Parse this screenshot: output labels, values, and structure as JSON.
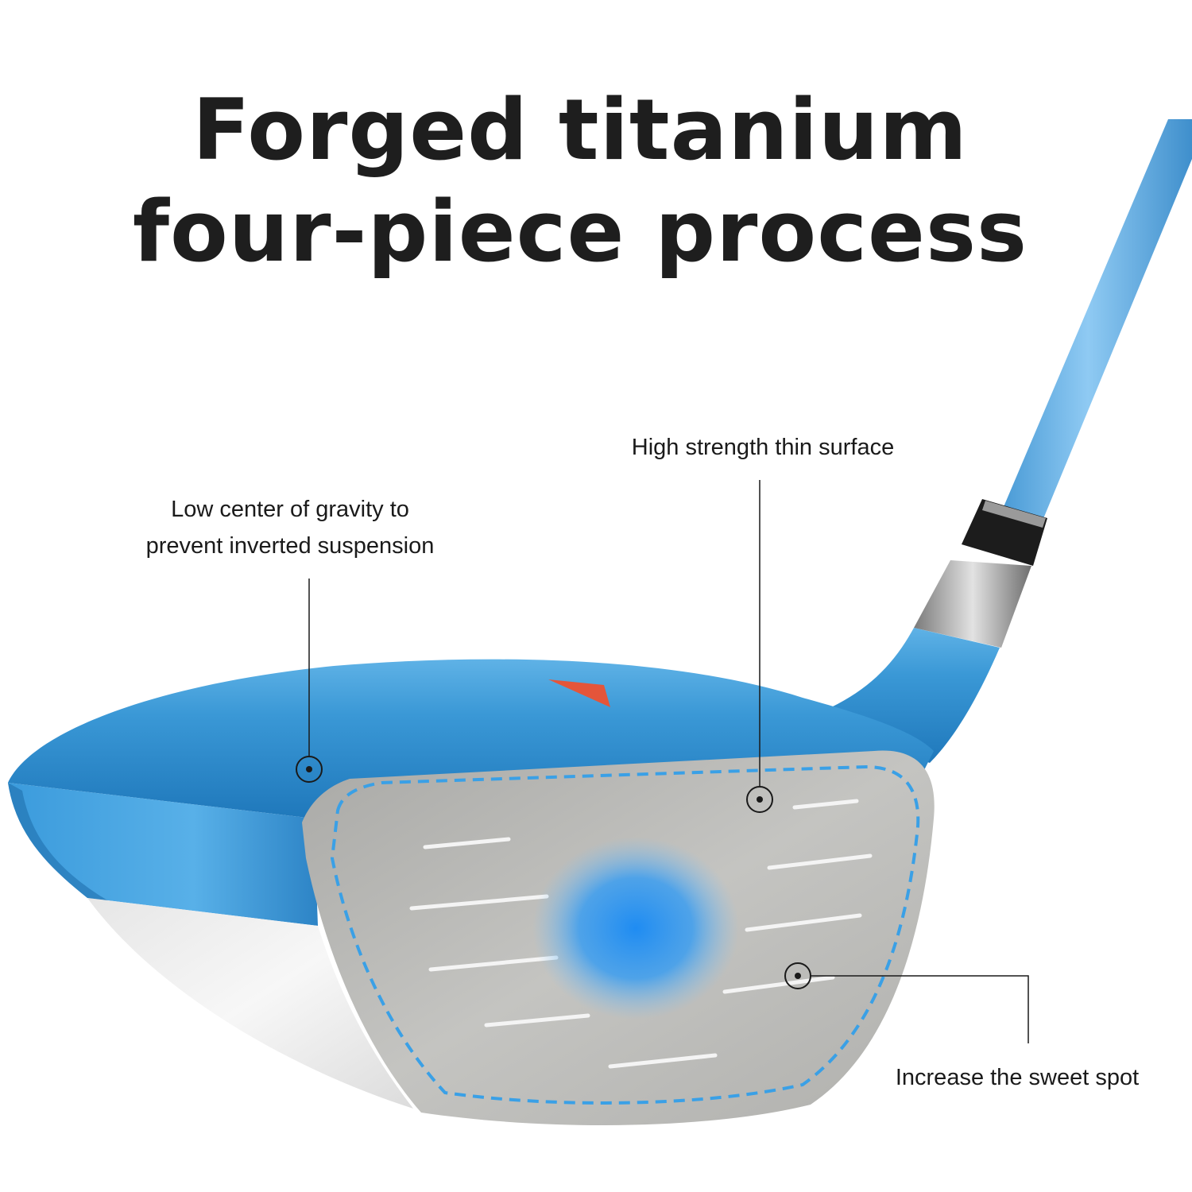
{
  "headline": {
    "line1": "Forged titanium",
    "line2": "four-piece process"
  },
  "callouts": {
    "gravity": {
      "line1": "Low center of gravity to",
      "line2": "prevent inverted suspension"
    },
    "surface": "High strength thin surface",
    "sweet_spot": "Increase the sweet spot"
  },
  "colors": {
    "club_blue": "#3d9ed9",
    "shaft_blue": "#6fb8ea",
    "face_silver": "#b9b9b6",
    "sweet_spot_glow": "#2a8ff0",
    "accent_red": "#e4553a",
    "text": "#1e1e1e"
  }
}
